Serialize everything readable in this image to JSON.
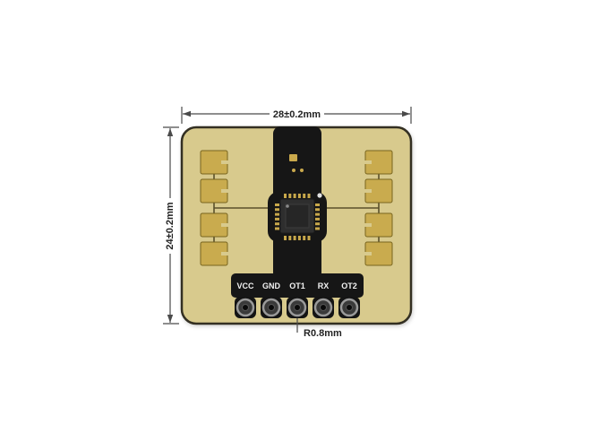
{
  "diagram": {
    "type": "pcb-dimension-diagram",
    "dimensions": {
      "width": "28±0.2mm",
      "height": "24±0.2mm",
      "hole_radius": "R0.8mm"
    },
    "connector": {
      "pin_labels": [
        "VCC",
        "GND",
        "OT1",
        "RX",
        "OT2"
      ]
    },
    "colors": {
      "background": "#ffffff",
      "board": "#d8ca8d",
      "board_outline": "#332f22",
      "antenna_patch": "#c9ab4e",
      "trace": "#5a4f2b",
      "strip_black": "#161616",
      "chip_body": "#2e2e2e",
      "chip_pin_gold": "#c8a84b",
      "pin_ring": "#9a9a9a",
      "dimension_line": "#4a4a4a",
      "dimension_text": "#222222",
      "pin_label_text": "#f2f2f2"
    }
  }
}
